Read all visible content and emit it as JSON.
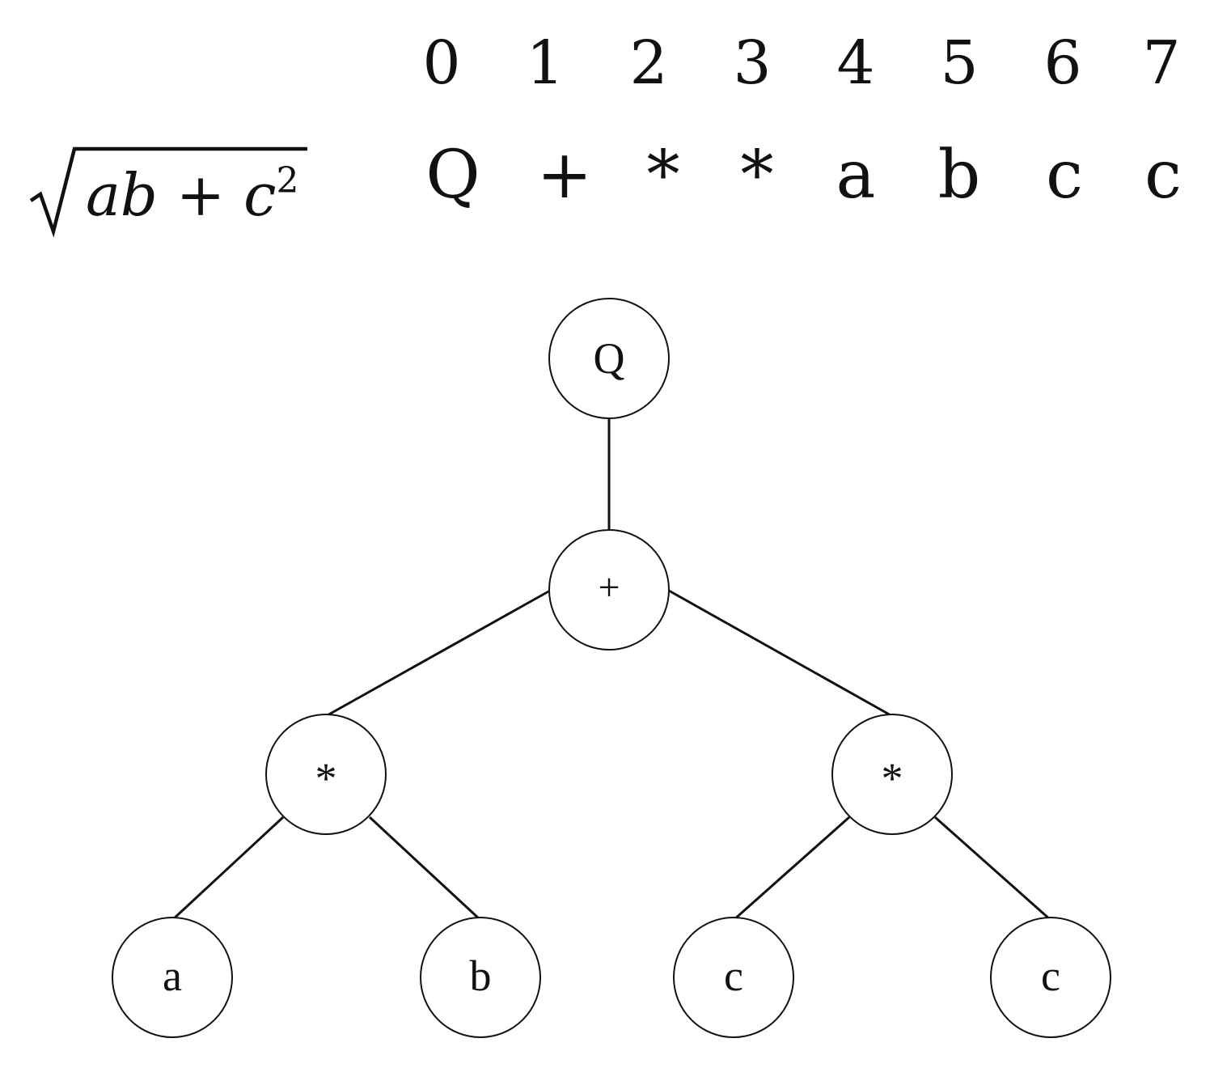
{
  "formula": {
    "expression": "ab + c",
    "exponent": "2"
  },
  "array": {
    "indices": [
      "0",
      "1",
      "2",
      "3",
      "4",
      "5",
      "6",
      "7"
    ],
    "symbols": [
      "Q",
      "+",
      "*",
      "*",
      "a",
      "b",
      "c",
      "c"
    ]
  },
  "tree": {
    "nodes": [
      {
        "id": "root",
        "label": "Q"
      },
      {
        "id": "plus",
        "label": "+"
      },
      {
        "id": "mul-left",
        "label": "*"
      },
      {
        "id": "mul-right",
        "label": "*"
      },
      {
        "id": "leaf-a",
        "label": "a"
      },
      {
        "id": "leaf-b",
        "label": "b"
      },
      {
        "id": "leaf-c1",
        "label": "c"
      },
      {
        "id": "leaf-c2",
        "label": "c"
      }
    ],
    "edges": [
      [
        "root",
        "plus"
      ],
      [
        "plus",
        "mul-left"
      ],
      [
        "plus",
        "mul-right"
      ],
      [
        "mul-left",
        "leaf-a"
      ],
      [
        "mul-left",
        "leaf-b"
      ],
      [
        "mul-right",
        "leaf-c1"
      ],
      [
        "mul-right",
        "leaf-c2"
      ]
    ]
  }
}
